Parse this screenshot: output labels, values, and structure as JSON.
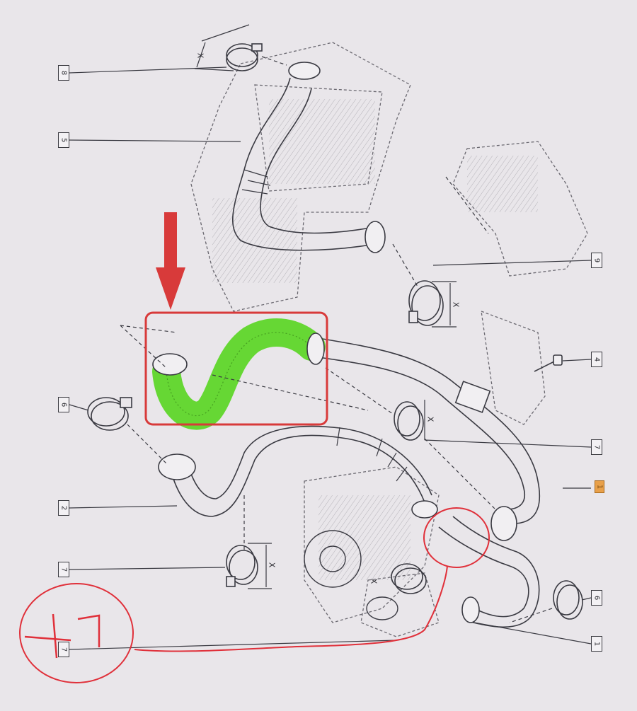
{
  "diagram": {
    "part_numbers": {
      "p8": "8",
      "p5": "5",
      "p9": "9",
      "p4": "4",
      "p6_left": "6",
      "p7_right": "7",
      "p2": "2",
      "p1_orange": "1",
      "p7_left_mid": "7",
      "p6_right": "6",
      "p7_bottom": "7",
      "p1_bottom": "1"
    },
    "dimension_labels": {
      "x_top": "X",
      "x_right": "X",
      "x_mid": "X",
      "x_bottom_left": "X",
      "x_bottom_mid": "X"
    },
    "annotation": {
      "hand_note": "+7",
      "highlight_color": "#5fd62a",
      "markup_color": "#e0303a"
    }
  }
}
